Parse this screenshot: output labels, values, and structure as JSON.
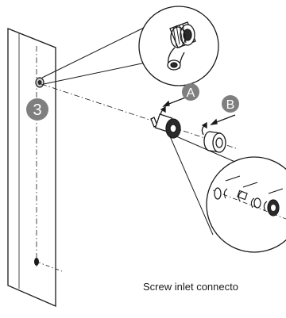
{
  "diagram": {
    "step_number": "3",
    "label_a": "A",
    "label_b": "B",
    "caption": "Screw inlet connecto"
  },
  "colors": {
    "line": "#1a1a1a",
    "badge": "#7f7f7f",
    "badge_text": "#ffffff",
    "part_dark": "#2a2a2a"
  }
}
